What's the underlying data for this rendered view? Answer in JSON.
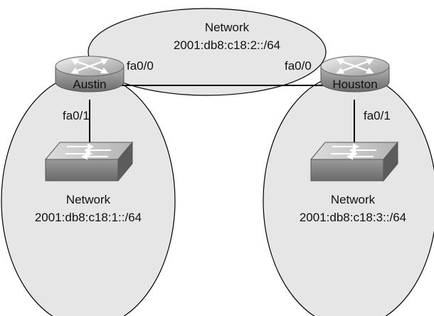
{
  "networks": {
    "top": {
      "title": "Network",
      "prefix": "2001:db8:c18:2::/64"
    },
    "left": {
      "title": "Network",
      "prefix": "2001:db8:c18:1::/64"
    },
    "right": {
      "title": "Network",
      "prefix": "2001:db8:c18:3::/64"
    }
  },
  "routers": {
    "austin": {
      "name": "Austin",
      "wan_interface": "fa0/0",
      "lan_interface": "fa0/1"
    },
    "houston": {
      "name": "Houston",
      "wan_interface": "fa0/0",
      "lan_interface": "fa0/1"
    }
  },
  "colors": {
    "ellipse_fill": "#e6e6e6",
    "ellipse_stroke": "#000000",
    "device_dark": "#6f6f6f",
    "device_light": "#c9c9c9"
  }
}
